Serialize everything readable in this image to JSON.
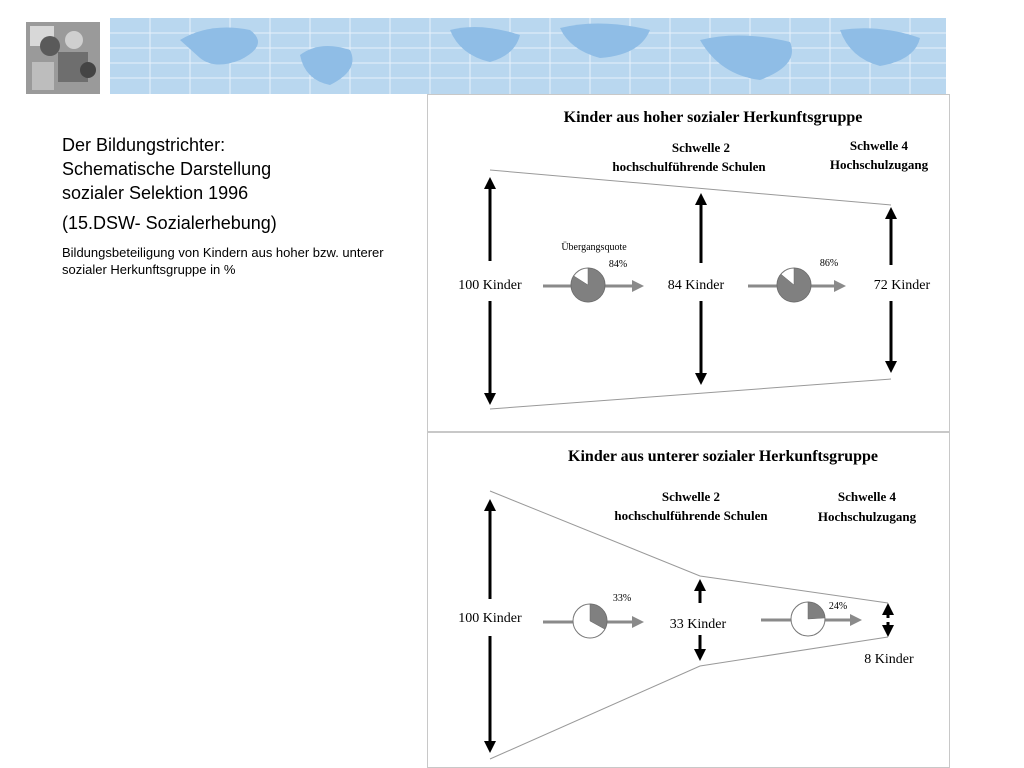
{
  "header": {
    "logo_icon": "students-photo-icon",
    "banner_icon": "world-map-grid-icon"
  },
  "left": {
    "title_lines": [
      "Der Bildungstrichter:",
      "Schematische Darstellung",
      "sozialer Selektion 1996"
    ],
    "subtitle": "(15.DSW- Sozialerhebung)",
    "description": "Bildungsbeteiligung von Kindern aus hoher bzw. unterer sozialer Herkunftsgruppe in %"
  },
  "top": {
    "title": "Kinder aus hoher sozialer Herkunftsgruppe",
    "stage2_title": "Schwelle 2",
    "stage2_sub": "hochschulführende Schulen",
    "stage4_title": "Schwelle 4",
    "stage4_sub": "Hochschulzugang",
    "quote_label": "Übergangsquote",
    "start_label": "100 Kinder",
    "mid_label": "84 Kinder",
    "end_label": "72 Kinder",
    "pct1": "84%",
    "pct2": "86%",
    "pct1_value": 84,
    "pct2_value": 86
  },
  "bottom": {
    "title": "Kinder aus unterer sozialer Herkunftsgruppe",
    "stage2_title": "Schwelle 2",
    "stage2_sub": "hochschulführende Schulen",
    "stage4_title": "Schwelle 4",
    "stage4_sub": "Hochschulzugang",
    "start_label": "100 Kinder",
    "mid_label": "33 Kinder",
    "end_label": "8 Kinder",
    "pct1": "33%",
    "pct2": "24%",
    "pct1_value": 33,
    "pct2_value": 24
  },
  "colors": {
    "pie_fill": "#808080",
    "arrow_gray": "#8a8a8a",
    "banner_blue": "#b9d7ef",
    "map_land": "#8fbde6"
  }
}
